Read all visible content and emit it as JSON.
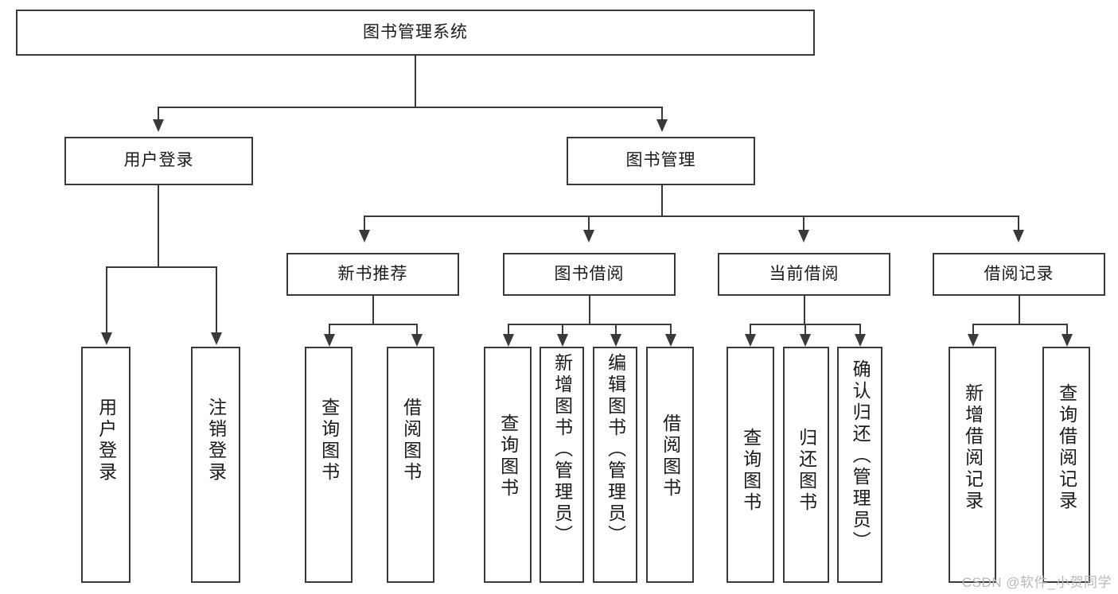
{
  "diagram": {
    "title": "图书管理系统",
    "type": "tree-hierarchy",
    "watermark": "CSDN @软件_小贺同学",
    "colors": {
      "stroke": "#3a3a3a",
      "fill": "#ffffff",
      "text": "#1a1a1a",
      "watermark": "#b9b9b9"
    },
    "levels": {
      "root": {
        "label": "图书管理系统"
      },
      "level1": [
        {
          "label": "用户登录"
        },
        {
          "label": "图书管理"
        }
      ],
      "level2": [
        {
          "label": "新书推荐"
        },
        {
          "label": "图书借阅"
        },
        {
          "label": "当前借阅"
        },
        {
          "label": "借阅记录"
        }
      ],
      "leaves": {
        "user_login": [
          {
            "label": "用户登录"
          },
          {
            "label": "注销登录"
          }
        ],
        "new_book": [
          {
            "label": "查询图书"
          },
          {
            "label": "借阅图书"
          }
        ],
        "book_borrow": [
          {
            "label": "查询图书"
          },
          {
            "label": "新增图书（管理员）"
          },
          {
            "label": "编辑图书（管理员）"
          },
          {
            "label": "借阅图书"
          }
        ],
        "current_borrow": [
          {
            "label": "查询图书"
          },
          {
            "label": "归还图书"
          },
          {
            "label": "确认归还（管理员）"
          }
        ],
        "borrow_record": [
          {
            "label": "新增借阅记录"
          },
          {
            "label": "查询借阅记录"
          }
        ]
      }
    }
  }
}
